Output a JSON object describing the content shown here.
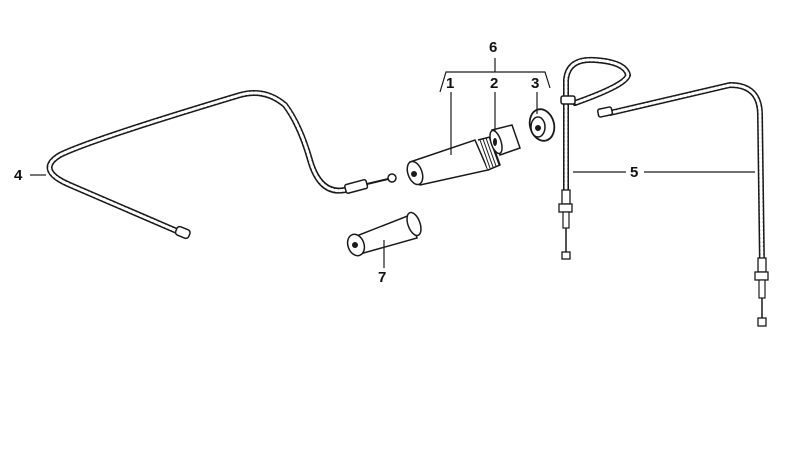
{
  "diagram": {
    "title": "Throttle cable assembly exploded view",
    "background": "#ffffff",
    "line_color": "#1a1a1a",
    "callouts": [
      {
        "id": "1",
        "label": "1",
        "part": "throttle-grip-tube"
      },
      {
        "id": "2",
        "label": "2",
        "part": "slider"
      },
      {
        "id": "3",
        "label": "3",
        "part": "union-nut"
      },
      {
        "id": "4",
        "label": "4",
        "part": "throttle-cable-long"
      },
      {
        "id": "5",
        "label": "5",
        "part": "carburetor-cables"
      },
      {
        "id": "6",
        "label": "6",
        "part": "throttle-assembly-group"
      },
      {
        "id": "7",
        "label": "7",
        "part": "handlebar-grip"
      }
    ]
  }
}
